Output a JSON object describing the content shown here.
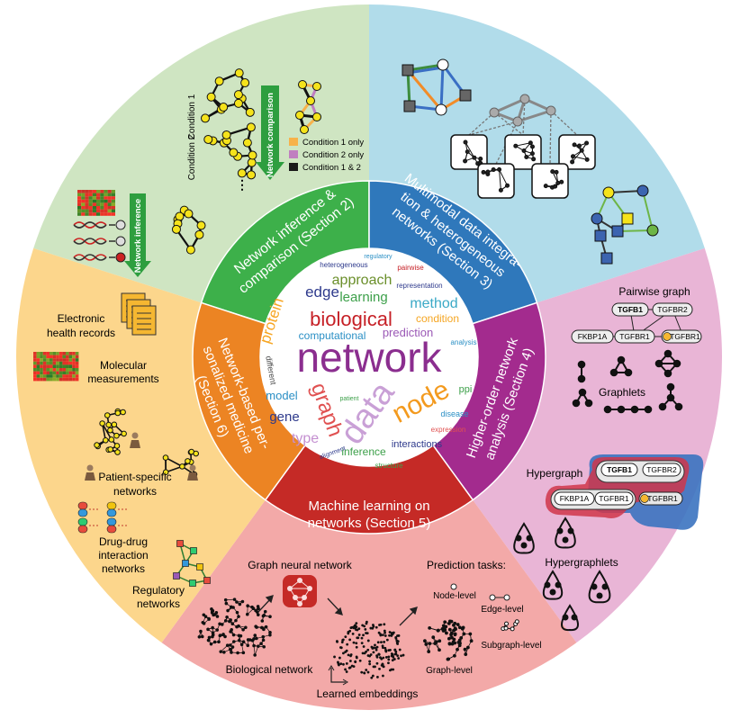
{
  "colors": {
    "s2_outer": "#cfe5c2",
    "s3_outer": "#b1dcea",
    "s4_outer": "#e9b5d6",
    "s5_outer": "#f3a9a8",
    "s6_outer": "#fcd68c",
    "s2_inner": "#3db04a",
    "s3_inner": "#2f78bb",
    "s4_inner": "#a32b8e",
    "s5_inner": "#c52a26",
    "s6_inner": "#ec8423",
    "node_yellow": "#f5e31b",
    "condition1": "#f7b24a",
    "condition2": "#c07ec0",
    "condition12": "#1a1a1a"
  },
  "sections": {
    "s2": [
      "Network inference &",
      "comparison (Section 2)"
    ],
    "s3": [
      "Multimodal data integra-",
      "tion & heterogeneous",
      "networks (Section 3)"
    ],
    "s4": [
      "Higher-order network",
      "analysis (Section 4)"
    ],
    "s5": [
      "Machine learning on",
      "networks (Section 5)"
    ],
    "s6": [
      "Network-based per-",
      "sonalized medicine",
      "(Section 6)"
    ]
  },
  "panel2": {
    "condition1": "Condition 1",
    "condition2": "Condition 2",
    "comparison": "Network comparison",
    "inference": "Network inference",
    "legend": [
      "Condition 1 only",
      "Condition 2 only",
      "Condition 1 & 2"
    ]
  },
  "panel4": {
    "pairwise": "Pairwise graph",
    "genes": [
      "TGFB1",
      "TGFBR2",
      "FKBP1A",
      "TGFBR1",
      "TGFBR1"
    ],
    "graphlets": "Graphlets",
    "hypergraph": "Hypergraph",
    "hgenes": [
      "TGFB1",
      "TGFBR2",
      "FKBP1A",
      "TGFBR1",
      "TGFBR1"
    ],
    "hypergraphlets": "Hypergraphlets",
    "phospho": "P"
  },
  "panel5": {
    "gnn": "Graph neural network",
    "tasks": "Prediction tasks:",
    "node": "Node-level",
    "edge": "Edge-level",
    "subgraph": "Subgraph-level",
    "graph": "Graph-level",
    "bio": "Biological network",
    "embed": "Learned embeddings"
  },
  "panel6": {
    "ehr": [
      "Electronic",
      "health records"
    ],
    "mol": [
      "Molecular",
      "measurements"
    ],
    "patient": [
      "Patient-specific",
      "networks"
    ],
    "ddi": [
      "Drug-drug",
      "interaction",
      "networks"
    ],
    "reg": [
      "Regulatory",
      "networks"
    ]
  },
  "words": [
    {
      "t": "network",
      "s": 44,
      "c": "#8b2e8f",
      "w": "normal"
    },
    {
      "t": "biological",
      "s": 22,
      "c": "#c62026",
      "w": "normal"
    },
    {
      "t": "data",
      "s": 38,
      "c": "#c9a0d6",
      "w": "normal"
    },
    {
      "t": "node",
      "s": 30,
      "c": "#f39a1e",
      "w": "normal"
    },
    {
      "t": "graph",
      "s": 24,
      "c": "#e05151",
      "w": "normal"
    },
    {
      "t": "protein",
      "s": 18,
      "c": "#f7a623",
      "w": "normal"
    },
    {
      "t": "edge",
      "s": 17,
      "c": "#2e3a8c",
      "w": "normal"
    },
    {
      "t": "approach",
      "s": 17,
      "c": "#6a8f2a",
      "w": "normal"
    },
    {
      "t": "learning",
      "s": 15,
      "c": "#3da04a",
      "w": "normal"
    },
    {
      "t": "method",
      "s": 16,
      "c": "#3aa9c6",
      "w": "normal"
    },
    {
      "t": "condition",
      "s": 12,
      "c": "#f5a623",
      "w": "normal"
    },
    {
      "t": "prediction",
      "s": 13,
      "c": "#9b59b6",
      "w": "normal"
    },
    {
      "t": "computational",
      "s": 12,
      "c": "#2a8fc5",
      "w": "normal"
    },
    {
      "t": "analysis",
      "s": 8,
      "c": "#2a8fc5",
      "w": "normal"
    },
    {
      "t": "gene",
      "s": 15,
      "c": "#2e3a8c",
      "w": "normal"
    },
    {
      "t": "model",
      "s": 13,
      "c": "#2a8fc5",
      "w": "normal"
    },
    {
      "t": "type",
      "s": 16,
      "c": "#c48fd0",
      "w": "normal"
    },
    {
      "t": "inference",
      "s": 12,
      "c": "#3da04a",
      "w": "normal"
    },
    {
      "t": "interactions",
      "s": 11,
      "c": "#2e3a8c",
      "w": "normal"
    },
    {
      "t": "ppi",
      "s": 11,
      "c": "#3da04a",
      "w": "normal"
    },
    {
      "t": "disease",
      "s": 9,
      "c": "#2a8fc5",
      "w": "normal"
    },
    {
      "t": "expression",
      "s": 8,
      "c": "#e05151",
      "w": "normal"
    },
    {
      "t": "different",
      "s": 9,
      "c": "#444444",
      "w": "normal"
    },
    {
      "t": "patient",
      "s": 7,
      "c": "#3da04a",
      "w": "normal"
    },
    {
      "t": "alignment",
      "s": 7,
      "c": "#2e3a8c",
      "w": "normal"
    },
    {
      "t": "structure",
      "s": 8,
      "c": "#3da04a",
      "w": "normal"
    },
    {
      "t": "heterogeneous",
      "s": 8,
      "c": "#2e3a8c",
      "w": "normal"
    },
    {
      "t": "regulatory",
      "s": 7,
      "c": "#2a8fc5",
      "w": "normal"
    },
    {
      "t": "pairwise",
      "s": 8,
      "c": "#c62026",
      "w": "normal"
    },
    {
      "t": "representation",
      "s": 8,
      "c": "#2e3a8c",
      "w": "normal"
    }
  ]
}
